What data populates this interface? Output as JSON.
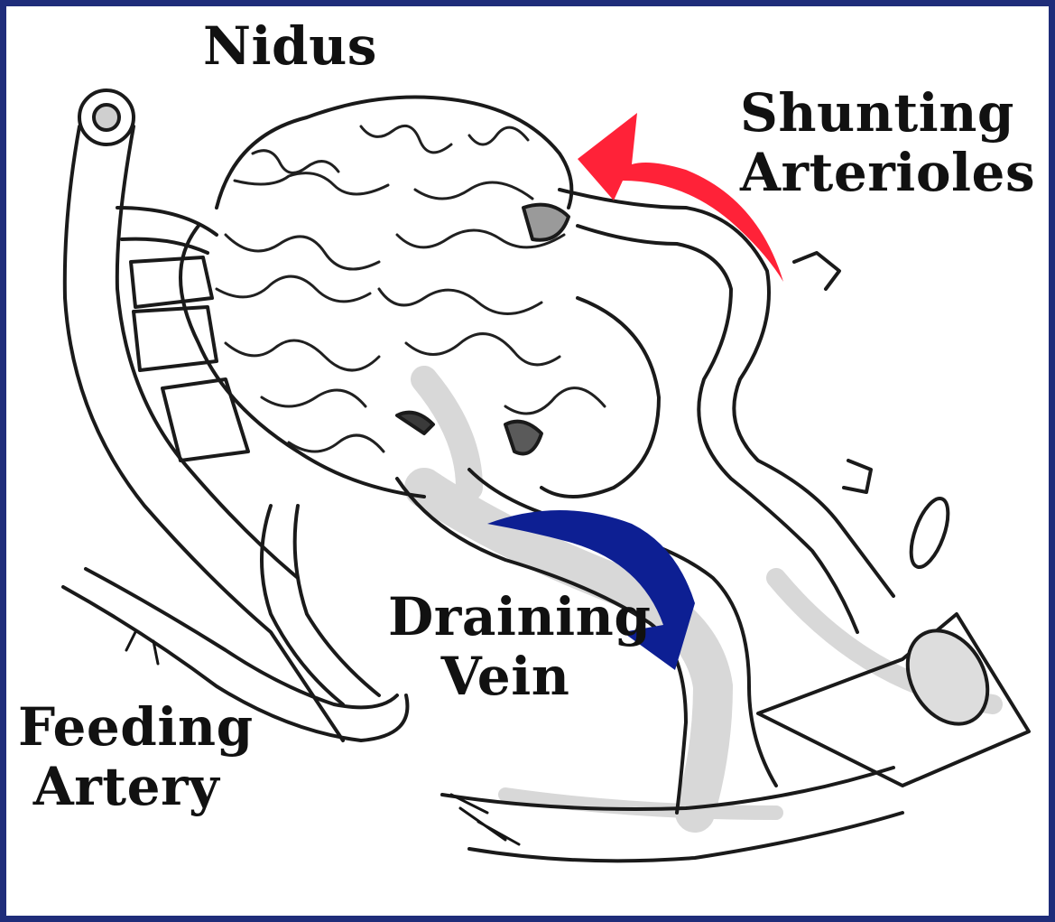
{
  "diagram": {
    "labels": {
      "nidus": "Nidus",
      "shunting_arterioles": [
        "Shunting",
        "Arterioles"
      ],
      "draining_vein": [
        "Draining",
        "Vein"
      ],
      "feeding_artery": [
        "Feeding",
        "Artery"
      ]
    },
    "colors": {
      "frame": "#1f2d7a",
      "shunt_arrow": "#ff2238",
      "drain_arrow": "#0d1f93",
      "ink": "#151515"
    },
    "icons": [
      "shunting-flow-arrow",
      "draining-flow-arrow"
    ]
  }
}
